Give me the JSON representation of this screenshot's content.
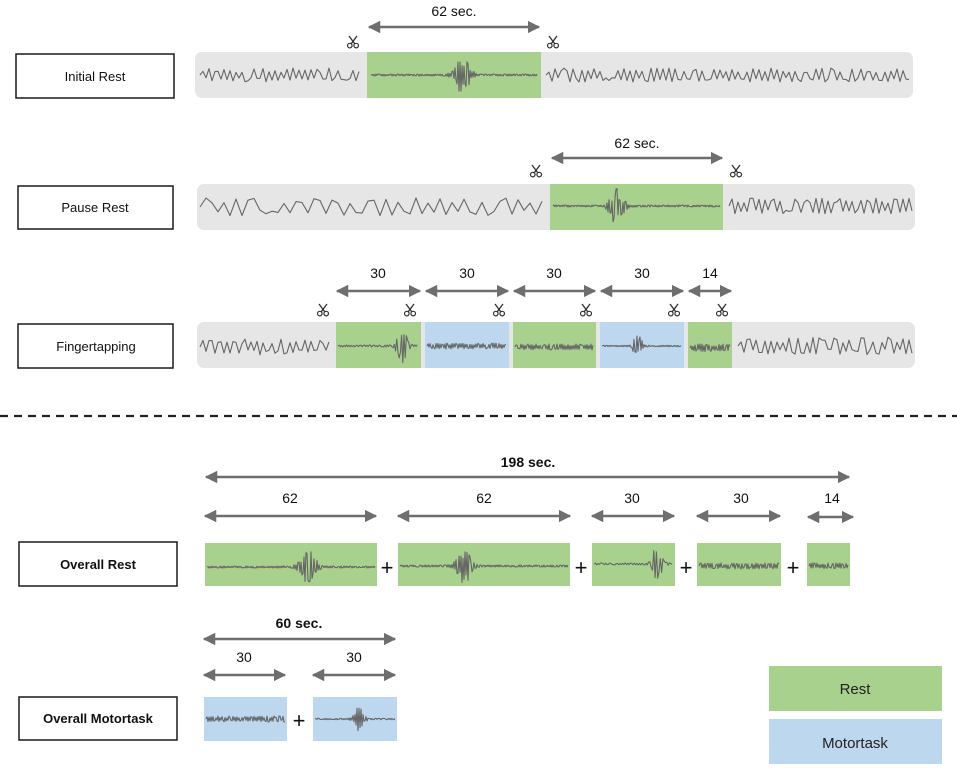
{
  "rows": {
    "initial_rest": {
      "label": "Initial Rest",
      "duration": "62 sec.",
      "segment_kind": "rest"
    },
    "pause_rest": {
      "label": "Pause Rest",
      "duration": "62 sec.",
      "segment_kind": "rest"
    },
    "fingertapping": {
      "label": "Fingertapping",
      "durations": [
        "30",
        "30",
        "30",
        "30",
        "14"
      ],
      "segment_kinds": [
        "rest",
        "motortask",
        "rest",
        "motortask",
        "rest"
      ]
    }
  },
  "summary": {
    "overall_rest": {
      "label": "Overall Rest",
      "total": "198 sec.",
      "parts": [
        "62",
        "62",
        "30",
        "30",
        "14"
      ],
      "operator": "+"
    },
    "overall_motortask": {
      "label": "Overall Motortask",
      "total": "60 sec.",
      "parts": [
        "30",
        "30"
      ],
      "operator": "+"
    }
  },
  "legend": {
    "rest": "Rest",
    "motortask": "Motortask"
  },
  "colors": {
    "rest_fill": "#a9d18e",
    "motortask_fill": "#bdd7ee",
    "trace_bar": "#e6e6e6",
    "trace_line": "#666666",
    "arrow": "#6e6e6e",
    "label_border": "#1a1a1a"
  },
  "icons": {
    "cut_marker": "scissors-icon"
  }
}
